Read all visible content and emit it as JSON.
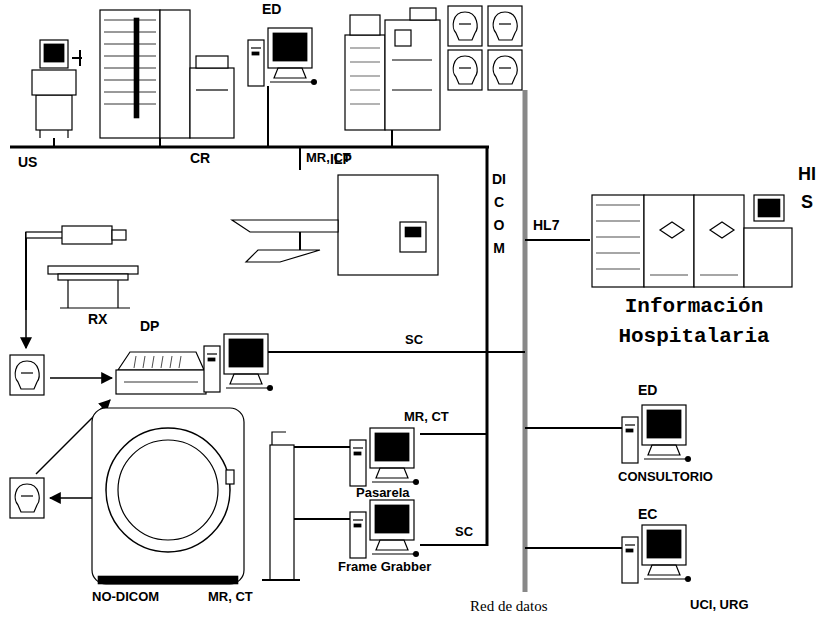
{
  "diagram": {
    "labels": [
      "ED",
      "US",
      "CR",
      "ILP",
      "MR, CT",
      "DICOM",
      "HL7",
      "HIS",
      "Información Hospitalaria",
      "RX",
      "DP",
      "SC",
      "MR, CT",
      "Pasarela",
      "ED",
      "CONSULTORIO",
      "EC",
      "SC",
      "NO-DICOM",
      "MR, CT",
      "Frame Grabber",
      "Red de datos",
      "UCI, URG"
    ]
  }
}
